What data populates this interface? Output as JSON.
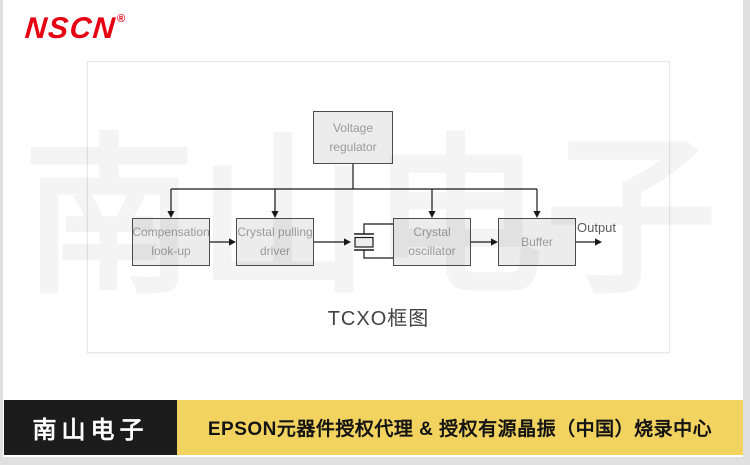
{
  "logo": {
    "text": "NSCN",
    "registered_mark": "®",
    "color": "#e60012"
  },
  "diagram": {
    "caption": "TCXO框图",
    "output_label": "Output",
    "boxes": [
      {
        "name": "voltage-regulator",
        "lines": [
          "Voltage",
          "regulator"
        ]
      },
      {
        "name": "compensation-lookup",
        "lines": [
          "Compensation",
          "look-up"
        ]
      },
      {
        "name": "crystal-pulling-driver",
        "lines": [
          "Crystal pulling",
          "driver"
        ]
      },
      {
        "name": "crystal-oscillator",
        "lines": [
          "Crystal",
          "oscillator"
        ]
      },
      {
        "name": "buffer",
        "lines": [
          "Buffer"
        ]
      }
    ],
    "crystal_symbol": "quartz-crystal-resonator",
    "colors": {
      "box_fill": "#ececec",
      "box_border": "#4c4c4c",
      "box_label": "#9a9a9a",
      "connector": "#1a1a1a"
    }
  },
  "watermark": {
    "text": "南山电子"
  },
  "footer": {
    "brand": "南山电子",
    "tagline": "EPSON元器件授权代理 & 授权有源晶振（中国）烧录中心",
    "colors": {
      "brand_bg": "#1c1c1c",
      "brand_text": "#ffffff",
      "tagline_bg": "#f2d35f",
      "tagline_text": "#141414"
    }
  }
}
